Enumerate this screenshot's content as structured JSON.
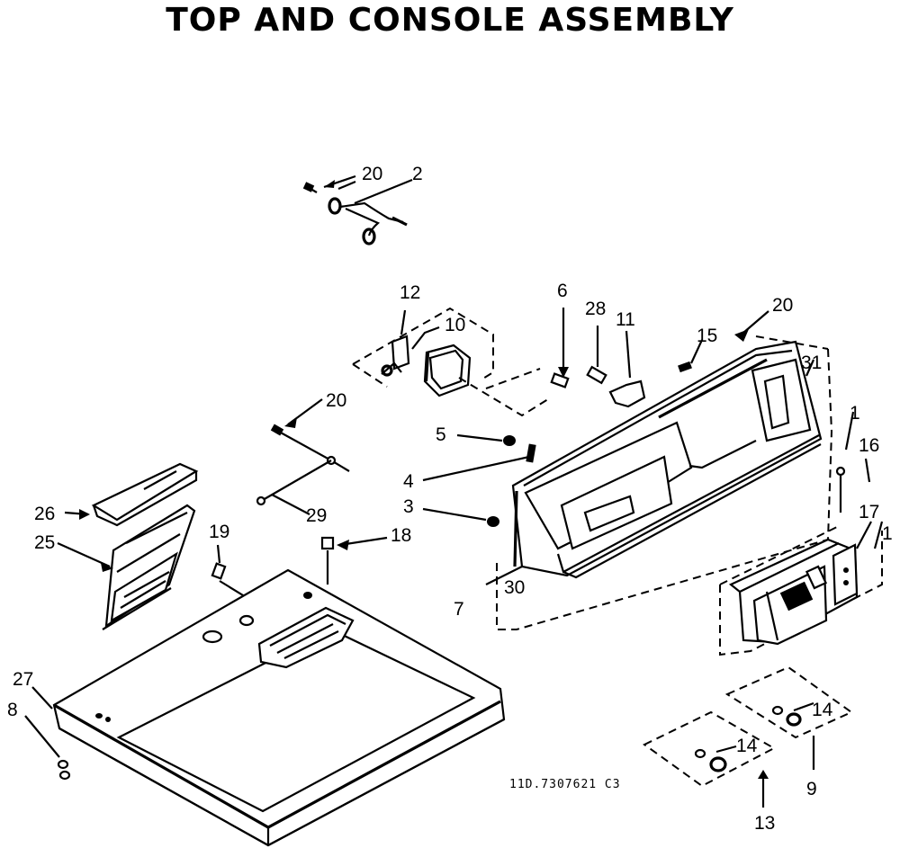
{
  "title": "TOP AND CONSOLE ASSEMBLY",
  "part_number": "11D.7307621 C3",
  "callouts": [
    {
      "id": "c20a",
      "label": "20"
    },
    {
      "id": "c2",
      "label": "2"
    },
    {
      "id": "c12",
      "label": "12"
    },
    {
      "id": "c10",
      "label": "10"
    },
    {
      "id": "c6",
      "label": "6"
    },
    {
      "id": "c28",
      "label": "28"
    },
    {
      "id": "c11",
      "label": "11"
    },
    {
      "id": "c20b",
      "label": "20"
    },
    {
      "id": "c15",
      "label": "15"
    },
    {
      "id": "c31",
      "label": "31"
    },
    {
      "id": "c20c",
      "label": "20"
    },
    {
      "id": "c5",
      "label": "5"
    },
    {
      "id": "c4",
      "label": "4"
    },
    {
      "id": "c3",
      "label": "3"
    },
    {
      "id": "c7",
      "label": "7"
    },
    {
      "id": "c30",
      "label": "30"
    },
    {
      "id": "c29",
      "label": "29"
    },
    {
      "id": "c18",
      "label": "18"
    },
    {
      "id": "c19",
      "label": "19"
    },
    {
      "id": "c26",
      "label": "26"
    },
    {
      "id": "c25",
      "label": "25"
    },
    {
      "id": "c27",
      "label": "27"
    },
    {
      "id": "c8",
      "label": "8"
    },
    {
      "id": "c1",
      "label": "1"
    },
    {
      "id": "c16",
      "label": "16"
    },
    {
      "id": "c17",
      "label": "17"
    },
    {
      "id": "c1b",
      "label": "1"
    },
    {
      "id": "c14a",
      "label": "14"
    },
    {
      "id": "c14b",
      "label": "14"
    },
    {
      "id": "c9",
      "label": "9"
    },
    {
      "id": "c13",
      "label": "13"
    }
  ]
}
